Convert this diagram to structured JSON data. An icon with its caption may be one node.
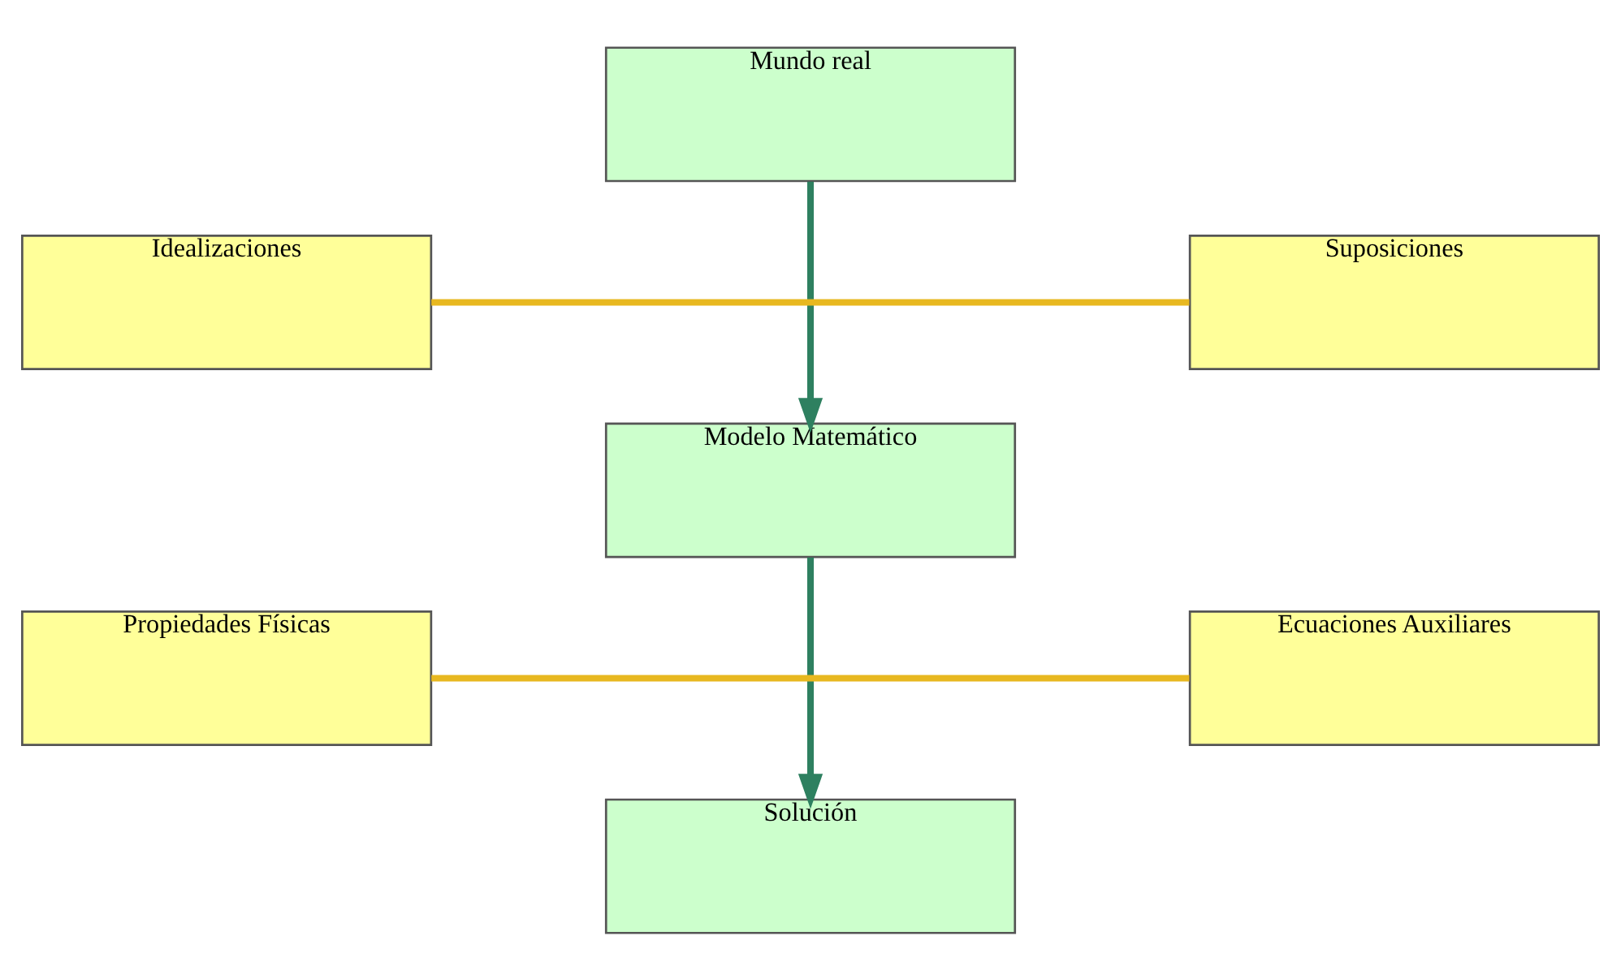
{
  "diagram": {
    "nodes": [
      {
        "text": [
          "Mundo real"
        ]
      },
      {
        "text": [
          "Idealizaciones"
        ]
      },
      {
        "text": [
          "Suposiciones"
        ]
      },
      {
        "text": [
          "Modelo Matemático"
        ]
      },
      {
        "text": [
          "Propiedades Físicas"
        ]
      },
      {
        "text": [
          "Ecuaciones Auxiliares"
        ]
      },
      {
        "text": [
          "Solución"
        ]
      }
    ],
    "edges": [
      {
        "from": 0,
        "to": 3,
        "arrow": "to",
        "color": "#2e8060"
      },
      {
        "from": 1,
        "to": 2,
        "arrow": "none",
        "color": "#e8b820"
      },
      {
        "from": 3,
        "to": 6,
        "arrow": "to",
        "color": "#2e8060"
      },
      {
        "from": 4,
        "to": 5,
        "arrow": "none",
        "color": "#e8b820"
      }
    ]
  }
}
